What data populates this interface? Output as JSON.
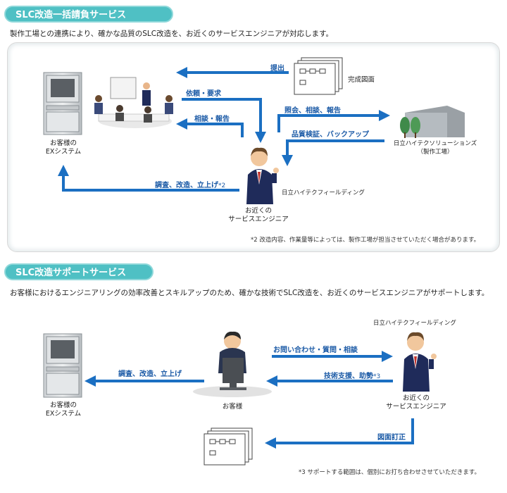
{
  "section1": {
    "title": "SLC改造一括請負サービス",
    "description": "製作工場との連携により、確かな品質のSLC改造を、お近くのサービスエンジニアが対応します。",
    "customer_label": "お客様の\nEXシステム",
    "arrow_submit": "提出",
    "drawing_label": "完成図面",
    "arrow_request": "依頼・要求",
    "arrow_consult": "相談・報告",
    "arrow_inquiry": "照会、相談、報告",
    "arrow_quality": "品質検証、バックアップ",
    "factory_label": "日立ハイテクソリューションズ\n（製作工場）",
    "arrow_adjust": "調査、改造、立上げ",
    "note_mark": "*2",
    "fielding_label": "日立ハイテクフィールディング",
    "engineer_label": "お近くの\nサービスエンジニア",
    "footnote": "*2 改造内容、作業量等によっては、製作工場が担当させていただく場合があります。"
  },
  "section2": {
    "title": "SLC改造サポートサービス",
    "description": "お客様におけるエンジニアリングの効率改善とスキルアップのため、確かな技術でSLC改造を、お近くのサービスエンジニアがサポートします。",
    "fielding_label": "日立ハイテクフィールディング",
    "customer_label": "お客様の\nEXシステム",
    "arrow_adjust": "調査、改造、立上げ",
    "client_label": "お客様",
    "arrow_inquiry": "お問い合わせ・質問・相談",
    "arrow_support": "技術支援、助勢",
    "note_mark": "*3",
    "engineer_label": "お近くの\nサービスエンジニア",
    "arrow_revise": "図面訂正",
    "footnote": "*3 サポートする範囲は、個別にお打ち合わせさせていただきます。"
  },
  "colors": {
    "accent": "#4fc0c4",
    "arrow": "#1b6fc2",
    "arrow_text": "#1b5aa6"
  }
}
